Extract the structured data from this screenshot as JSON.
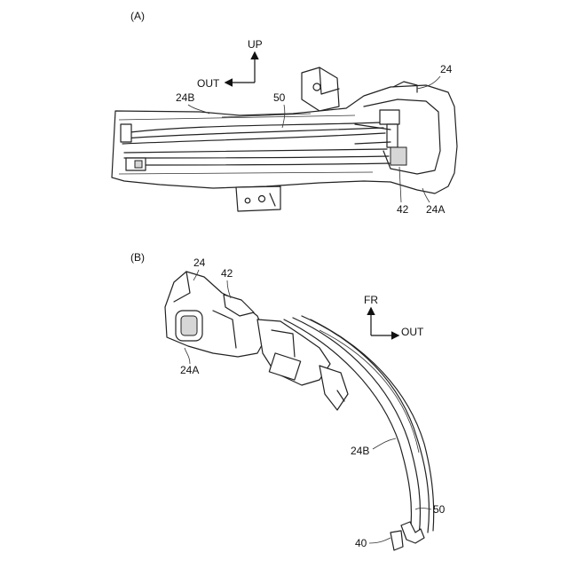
{
  "panel_a": {
    "label": "(A)",
    "dir_up": "UP",
    "dir_out": "OUT",
    "ref_24": "24",
    "ref_24b": "24B",
    "ref_50": "50",
    "ref_42": "42",
    "ref_24a": "24A"
  },
  "panel_b": {
    "label": "(B)",
    "ref_24": "24",
    "ref_42": "42",
    "ref_24a": "24A",
    "dir_fr": "FR",
    "dir_out": "OUT",
    "ref_24b": "24B",
    "ref_50": "50",
    "ref_40": "40"
  }
}
